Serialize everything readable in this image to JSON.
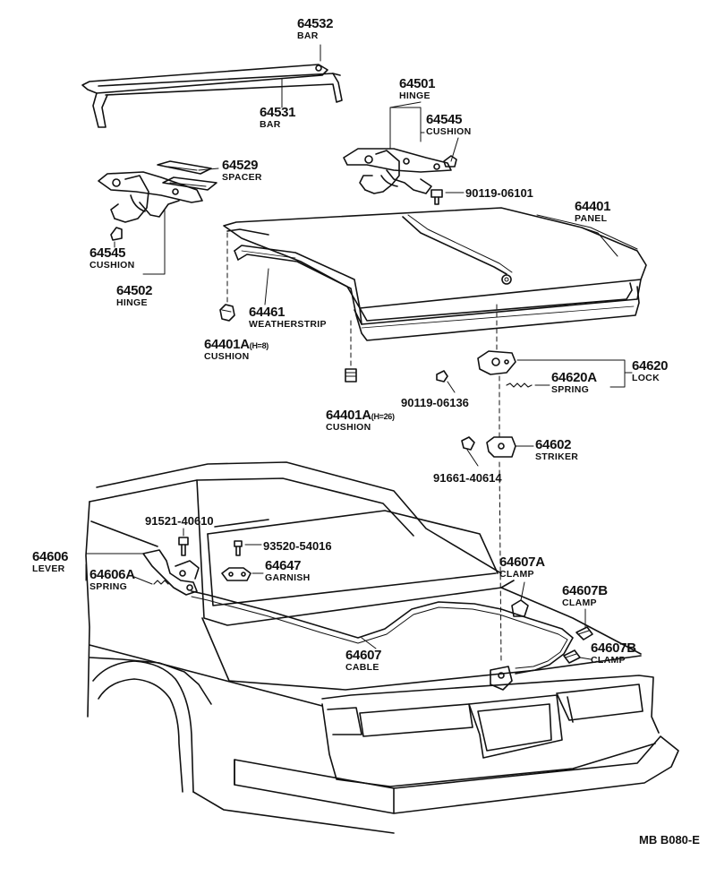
{
  "parts": [
    {
      "number": "64532",
      "name": "BAR"
    },
    {
      "number": "64531",
      "name": "BAR"
    },
    {
      "number": "64501",
      "name": "HINGE"
    },
    {
      "number": "64545",
      "name": "CUSHION"
    },
    {
      "number": "64529",
      "name": "SPACER"
    },
    {
      "number": "90119-06101",
      "name": ""
    },
    {
      "number": "64401",
      "name": "PANEL"
    },
    {
      "number": "64545",
      "name": "CUSHION"
    },
    {
      "number": "64502",
      "name": "HINGE"
    },
    {
      "number": "64461",
      "name": "WEATHERSTRIP"
    },
    {
      "number": "64401A",
      "note": "(H=8)",
      "name": "CUSHION"
    },
    {
      "number": "64620",
      "name": "LOCK"
    },
    {
      "number": "64620A",
      "name": "SPRING"
    },
    {
      "number": "90119-06136",
      "name": ""
    },
    {
      "number": "64401A",
      "note": "(H=26)",
      "name": "CUSHION"
    },
    {
      "number": "64602",
      "name": "STRIKER"
    },
    {
      "number": "91661-40614",
      "name": ""
    },
    {
      "number": "91521-40610",
      "name": ""
    },
    {
      "number": "93520-54016",
      "name": ""
    },
    {
      "number": "64606",
      "name": "LEVER"
    },
    {
      "number": "64606A",
      "name": "SPRING"
    },
    {
      "number": "64647",
      "name": "GARNISH"
    },
    {
      "number": "64607A",
      "name": "CLAMP"
    },
    {
      "number": "64607B",
      "name": "CLAMP"
    },
    {
      "number": "64607B",
      "name": "CLAMP"
    },
    {
      "number": "64607",
      "name": "CABLE"
    }
  ],
  "diagram_code": "MB  B080-E"
}
